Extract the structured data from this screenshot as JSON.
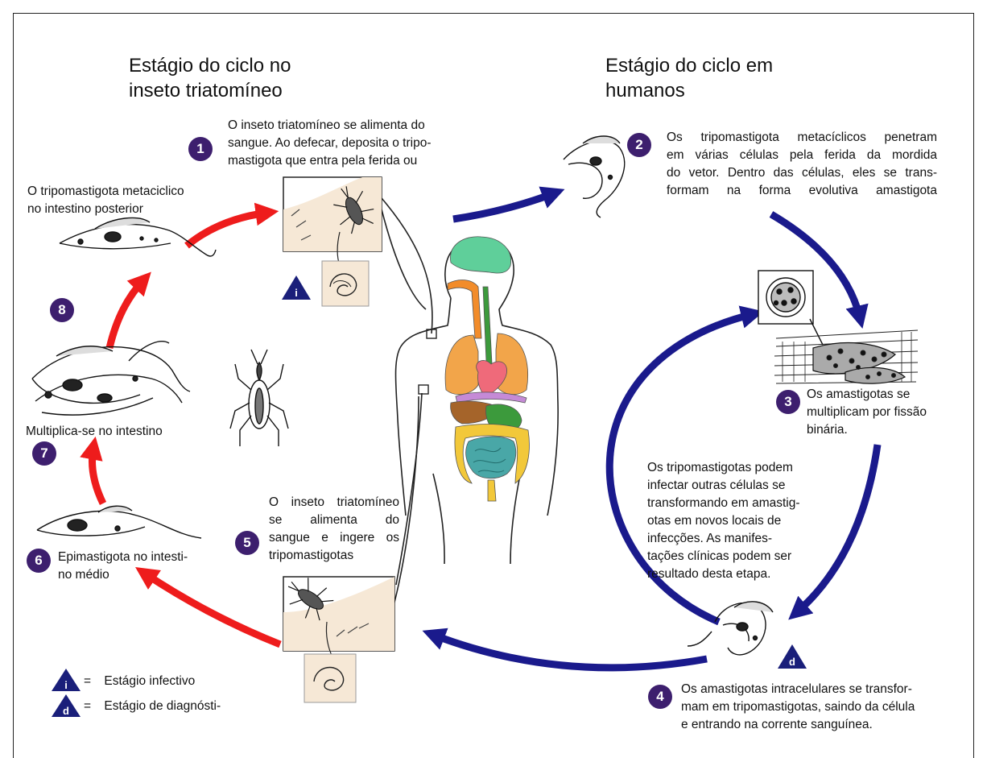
{
  "headings": {
    "insect_stage": [
      "Estágio do ciclo no",
      "inseto triatomíneo"
    ],
    "human_stage": [
      "Estágio do ciclo em",
      "humanos"
    ]
  },
  "steps": {
    "s1": {
      "number": "1",
      "lines": [
        "O inseto triatomíneo se alimenta do",
        "sangue. Ao defecar, deposita o tripo-",
        "mastigota que entra pela ferida ou"
      ]
    },
    "s2": {
      "number": "2",
      "lines": [
        "Os tripomastigota metacíclicos penetram",
        "em várias células pela ferida da mordida",
        "do vetor. Dentro das células, eles se trans-",
        "formam na forma evolutiva amastigota"
      ]
    },
    "s3": {
      "number": "3",
      "lines": [
        "Os amastigotas se",
        "multiplicam por fissão",
        "binária."
      ]
    },
    "s4": {
      "number": "4",
      "lines": [
        "Os amastigotas intracelulares se transfor-",
        "mam em tripomastigotas, saindo da célula",
        "e entrando na corrente sanguínea."
      ]
    },
    "s5": {
      "number": "5",
      "lines": [
        "O inseto triatomíneo",
        "se alimenta do",
        "sangue e ingere os",
        "tripomastigotas"
      ]
    },
    "s6": {
      "number": "6",
      "lines": [
        "Epimastigota no intesti-",
        "no médio"
      ]
    },
    "s7": {
      "number": "7",
      "lines": [
        "Multiplica-se no intestino"
      ]
    },
    "s8": {
      "number": "8"
    },
    "metacyclic": {
      "lines": [
        "O tripomastigota metaciclico",
        "no intestino posterior"
      ]
    },
    "reinfection": {
      "lines": [
        "Os tripomastigotas podem",
        "infectar outras células se",
        "transformando em amastig-",
        "otas em novos locais de",
        "infecções. As manifes-",
        "tações clínicas podem ser",
        "resultado desta etapa."
      ]
    }
  },
  "markers": {
    "infective_letter": "i",
    "diagnostic_letter": "d"
  },
  "legend": {
    "infective": {
      "letter": "i",
      "sign": "=",
      "label": "Estágio infectivo"
    },
    "diagnostic": {
      "letter": "d",
      "sign": "=",
      "label": "Estágio de diagnósti-"
    }
  },
  "colors": {
    "insect_cycle_arrows": "#ee1c1c",
    "human_cycle_arrows": "#1a1a8c",
    "step_badge": "#3d1f6e",
    "marker_triangle": "#1a1f7a",
    "inset_fill": "#f6e8d6",
    "brain": "#5fcf9a",
    "lungs": "#f2a54a",
    "heart": "#ef6a7a",
    "liver": "#a5642a",
    "stomach": "#3c9a3c",
    "small_intestine": "#49a7a7",
    "large_intestine": "#f2c83a"
  }
}
